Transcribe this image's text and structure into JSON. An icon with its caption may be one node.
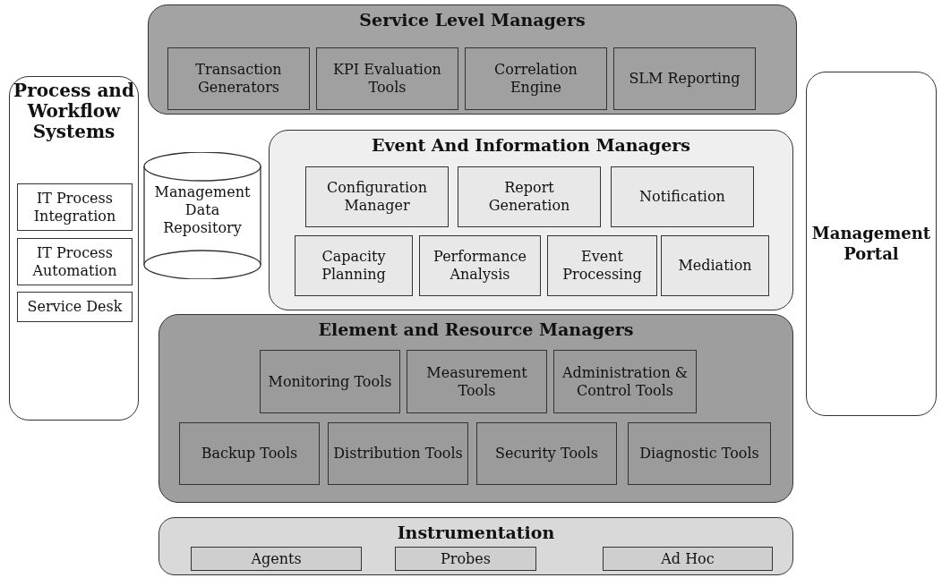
{
  "diagram": {
    "nodes": [
      {
        "text": [
          "Service Level Managers"
        ]
      },
      {
        "text": [
          "Transaction Generators"
        ],
        "in": 0
      },
      {
        "text": [
          "KPI Evaluation Tools"
        ],
        "in": 0
      },
      {
        "text": [
          "Correlation Engine"
        ],
        "in": 0
      },
      {
        "text": [
          "SLM Reporting"
        ],
        "in": 0
      },
      {
        "text": [
          "Process and Workflow Systems"
        ]
      },
      {
        "text": [
          "IT Process Integration"
        ],
        "in": 5
      },
      {
        "text": [
          "IT Process Automation"
        ],
        "in": 5
      },
      {
        "text": [
          "Service Desk"
        ],
        "in": 5
      },
      {
        "text": [
          "Management Data Repository"
        ]
      },
      {
        "text": [
          "Event And Information Managers"
        ]
      },
      {
        "text": [
          "Configuration Manager"
        ],
        "in": 10
      },
      {
        "text": [
          "Report Generation"
        ],
        "in": 10
      },
      {
        "text": [
          "Notification"
        ],
        "in": 10
      },
      {
        "text": [
          "Capacity Planning"
        ],
        "in": 10
      },
      {
        "text": [
          "Performance Analysis"
        ],
        "in": 10
      },
      {
        "text": [
          "Event Processing"
        ],
        "in": 10
      },
      {
        "text": [
          "Mediation"
        ],
        "in": 10
      },
      {
        "text": [
          "Element and Resource Managers"
        ]
      },
      {
        "text": [
          "Monitoring Tools"
        ],
        "in": 18
      },
      {
        "text": [
          "Measurement Tools"
        ],
        "in": 18
      },
      {
        "text": [
          "Administration & Control Tools"
        ],
        "in": 18
      },
      {
        "text": [
          "Backup Tools"
        ],
        "in": 18
      },
      {
        "text": [
          "Distribution Tools"
        ],
        "in": 18
      },
      {
        "text": [
          "Security Tools"
        ],
        "in": 18
      },
      {
        "text": [
          "Diagnostic Tools"
        ],
        "in": 18
      },
      {
        "text": [
          "Management Portal"
        ]
      },
      {
        "text": [
          "Instrumentation"
        ]
      },
      {
        "text": [
          "Agents"
        ],
        "in": 27
      },
      {
        "text": [
          "Probes"
        ],
        "in": 27
      },
      {
        "text": [
          "Ad Hoc"
        ],
        "in": 27
      }
    ]
  }
}
